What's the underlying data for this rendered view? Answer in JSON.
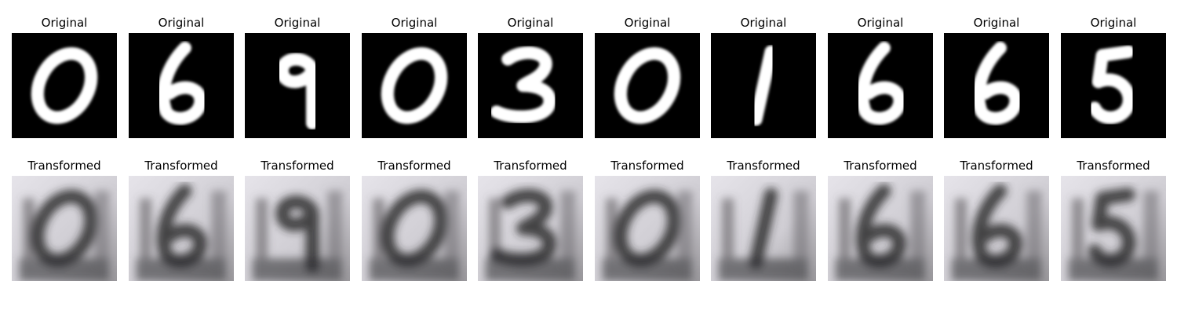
{
  "figure": {
    "rows": [
      {
        "row_label": "original",
        "title": "Original",
        "style": "mnist",
        "digits": [
          "0",
          "6",
          "9",
          "0",
          "3",
          "0",
          "1",
          "6",
          "6",
          "5"
        ]
      },
      {
        "row_label": "transformed",
        "title": "Transformed",
        "style": "svhn-like",
        "digits": [
          "0",
          "6",
          "9",
          "0",
          "3",
          "0",
          "1",
          "6",
          "6",
          "5"
        ]
      }
    ]
  }
}
